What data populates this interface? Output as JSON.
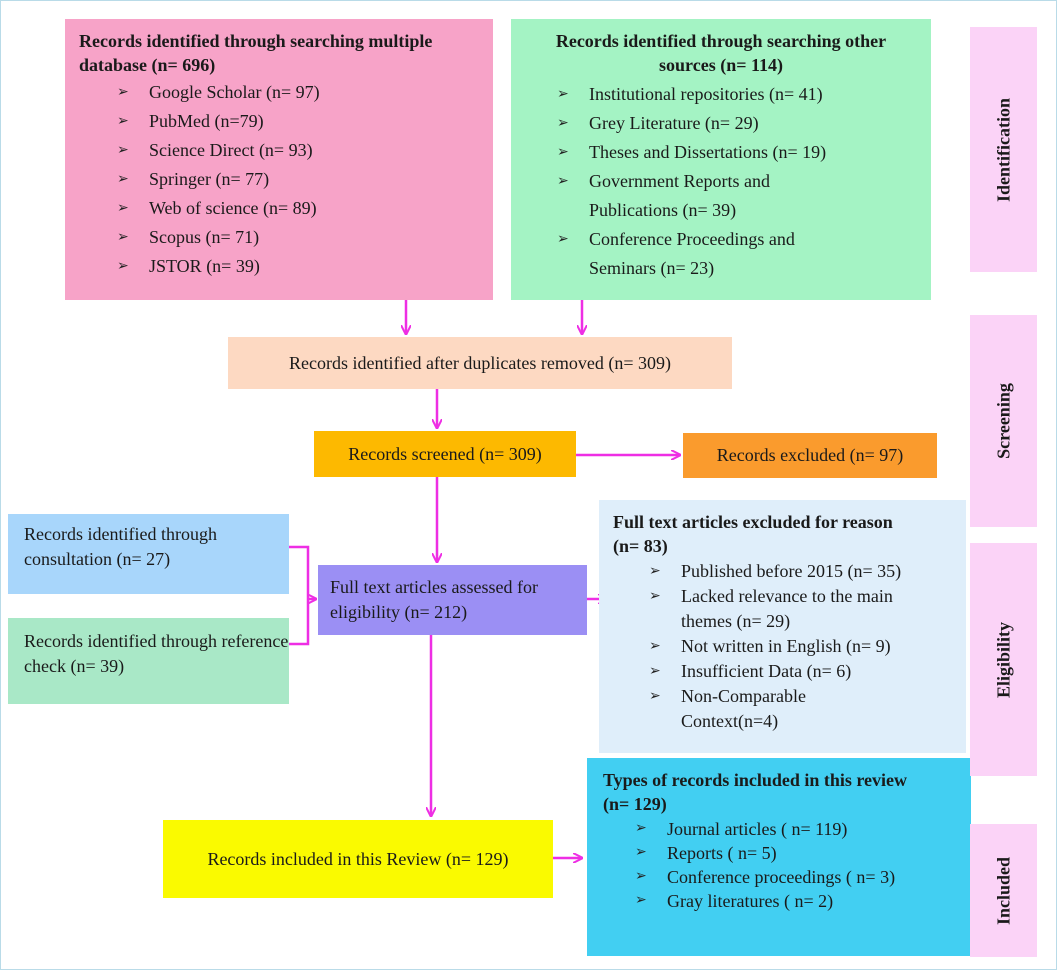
{
  "database_box": {
    "heading": "Records identified through searching multiple database (n= 696)",
    "items": [
      "Google Scholar (n= 97)",
      "PubMed (n=79)",
      "Science Direct (n= 93)",
      "Springer (n= 77)",
      "Web of science (n= 89)",
      "Scopus (n= 71)",
      " JSTOR (n= 39)"
    ]
  },
  "other_sources_box": {
    "heading": "Records identified through searching other sources (n= 114)",
    "items": [
      "Institutional repositories (n= 41)",
      "Grey Literature (n=  29)",
      "Theses and Dissertations (n= 19)",
      "Government Reports and\nPublications (n= 39)",
      "Conference Proceedings and\nSeminars (n= 23)"
    ]
  },
  "duplicates_box": {
    "text": "Records identified after duplicates removed (n= 309)"
  },
  "screened_box": {
    "text": "Records screened (n= 309)"
  },
  "excluded_box": {
    "text": "Records excluded (n= 97)"
  },
  "consultation_box": {
    "text": "Records identified through consultation (n= 27)"
  },
  "reference_box": {
    "text": "Records identified through reference check (n= 39)"
  },
  "assessed_box": {
    "text": "Full text articles assessed for eligibility (n= 212)"
  },
  "fulltext_excluded_box": {
    "heading": "Full text articles excluded for reason (n= 83)",
    "items": [
      "Published before 2015 (n= 35)",
      "Lacked relevance to the main\nthemes (n= 29)",
      "Not written in English (n= 9)",
      "Insufficient Data (n= 6)",
      "Non-Comparable\nContext(n=4)"
    ]
  },
  "included_box": {
    "text": "Records included in this Review (n= 129)"
  },
  "types_box": {
    "heading": "Types of records included in this review (n= 129)",
    "items": [
      "Journal articles ( n= 119)",
      "Reports ( n= 5)",
      "Conference proceedings ( n= 3)",
      "Gray literatures ( n= 2)"
    ]
  },
  "stages": {
    "identification": "Identification",
    "screening": "Screening",
    "eligibility": "Eligibility",
    "included": "Included"
  },
  "colors": {
    "database": "#f7a3c8",
    "other_sources": "#a4f3c4",
    "duplicates": "#fdd9c2",
    "screened": "#fdb900",
    "excluded": "#fa9b2d",
    "consultation": "#a8d6fb",
    "reference": "#a9e8c7",
    "assessed": "#9b8ff4",
    "fulltext_excluded": "#dfeefa",
    "included": "#fafa00",
    "types": "#42cff2",
    "stage": "#fbd3f7",
    "arrow": "#ee2ee4"
  }
}
